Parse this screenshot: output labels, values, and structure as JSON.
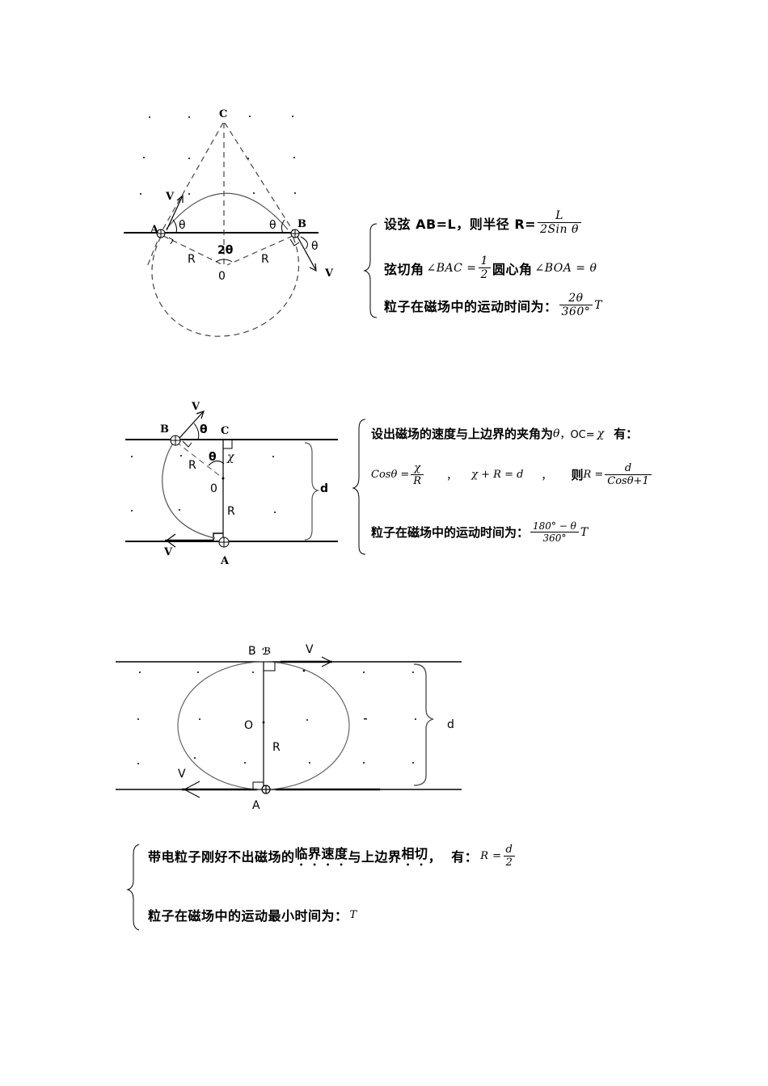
{
  "diagram1": {
    "labels": {
      "C": "C",
      "A": "A",
      "B": "B",
      "V1": "V",
      "V2": "V",
      "theta_a": "θ",
      "theta_b": "θ",
      "theta_b2": "θ",
      "two_theta": "2θ",
      "R1": "R",
      "R2": "R",
      "O": "0"
    }
  },
  "block1": {
    "line1": {
      "text": "设弦 AB=L，则半径 R=",
      "num": "L",
      "den": "2Sin θ"
    },
    "line2": {
      "prefix": "弦切角",
      "math1": "∠BAC =",
      "num": "1",
      "den": "2",
      "middle": "圆心角",
      "math2": "∠BOA = θ"
    },
    "line3": {
      "text": "粒子在磁场中的运动时间为：",
      "num": "2θ",
      "den": "360°",
      "suffix": "T"
    }
  },
  "diagram2": {
    "labels": {
      "V_top": "V",
      "B": "B",
      "theta_top": "θ",
      "C": "C",
      "theta_mid": "θ",
      "chi": "χ",
      "R_top": "R",
      "O": "0",
      "R_bottom": "R",
      "d": "d",
      "V_bottom": "V",
      "A": "A"
    }
  },
  "block2": {
    "line1": {
      "text": "设出磁场的速度与上边界的夹角为",
      "theta": "θ",
      "oc": "，OC=",
      "chi": "χ",
      "end": "有："
    },
    "line2": {
      "cos_lhs": "Cosθ =",
      "cos_num": "χ",
      "cos_den": "R",
      "sep1": "，",
      "eq2": "χ + R = d",
      "sep2": "，",
      "then": "则",
      "r_lhs": "R =",
      "r_num": "d",
      "r_den": "Cosθ+1"
    },
    "line3": {
      "text": "粒子在磁场中的运动时间为：",
      "num": "180° − θ",
      "den": "360°",
      "suffix": "T"
    }
  },
  "diagram3": {
    "labels": {
      "B": "B",
      "V_top": "V",
      "O": "O",
      "R": "R",
      "d": "d",
      "V_bottom": "V",
      "A": "A"
    }
  },
  "block3": {
    "line1": {
      "part1": "带电粒子刚好不出磁场的",
      "emph1": "临界速度",
      "part2": "与上边界",
      "emph2": "相切",
      "part3": "，  有：",
      "r_lhs": "R =",
      "num": "d",
      "den": "2"
    },
    "line2": {
      "text": "粒子在磁场中的运动最小时间为：",
      "suffix": "T"
    }
  }
}
